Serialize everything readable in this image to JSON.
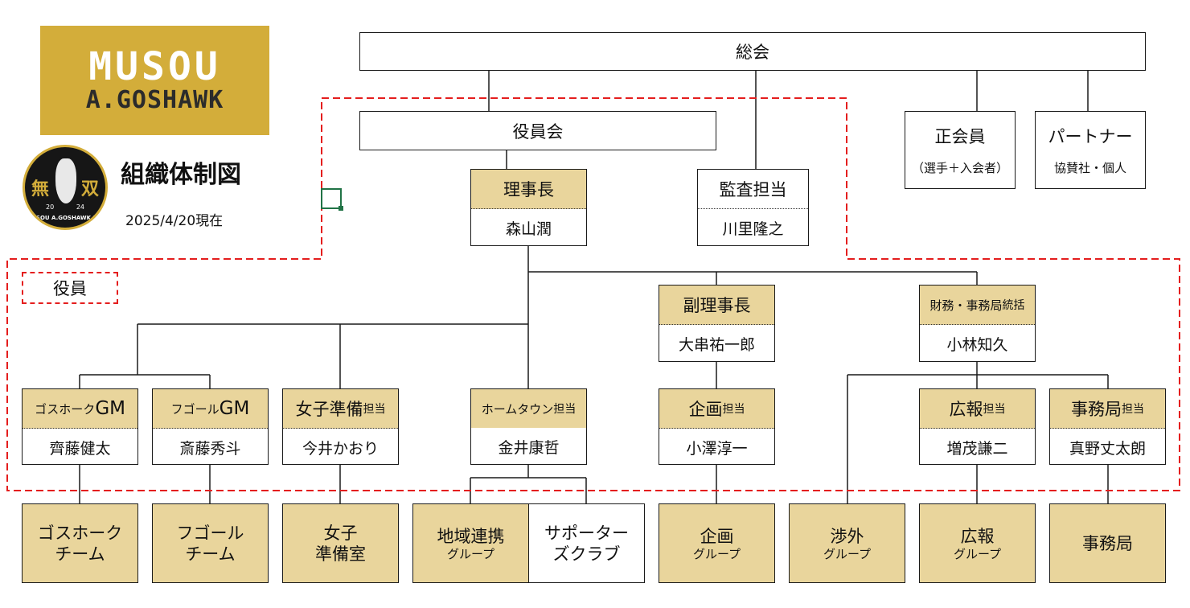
{
  "brand": {
    "logo_line1": "MUSOU",
    "logo_line2": "A.GOSHAWK",
    "emblem": {
      "kanji_left": "無",
      "kanji_right": "双",
      "year_left": "20",
      "year_right": "24",
      "ring_text": "MUSOU A.GOSHAWK F.C."
    },
    "colors": {
      "gold": "#d3ad3a",
      "card_fill": "#e9d59c",
      "dashed_red": "#e41e1e"
    }
  },
  "header": {
    "title": "組織体制図",
    "as_of": "2025/4/20現在"
  },
  "governance": {
    "general_assembly": "総会",
    "board": "役員会",
    "regular_members": {
      "title": "正会員",
      "note": "（選手＋入会者）"
    },
    "partners": {
      "title": "パートナー",
      "note": "協賛社・個人"
    }
  },
  "officers_label": "役員",
  "positions": {
    "chair": {
      "role": "理事長",
      "name": "森山潤"
    },
    "auditor": {
      "role": "監査担当",
      "name": "川里隆之"
    },
    "vice_chair": {
      "role": "副理事長",
      "name": "大串祐一郎"
    },
    "finance": {
      "role": "財務・事務局",
      "role_suffix": "統括",
      "name": "小林知久"
    },
    "goshawk_gm": {
      "role_prefix": "ゴスホーク",
      "role": "GM",
      "name": "齊藤健太"
    },
    "fugoal_gm": {
      "role_prefix": "フゴール",
      "role": "GM",
      "name": "斎藤秀斗"
    },
    "women_prep": {
      "role": "女子準備",
      "role_suffix": "担当",
      "name": "今井かおり"
    },
    "hometown": {
      "role": "ホームタウン",
      "role_suffix": "担当",
      "name": "金井康哲"
    },
    "planning": {
      "role": "企画",
      "role_suffix": "担当",
      "name": "小澤淳一"
    },
    "pr": {
      "role": "広報",
      "role_suffix": "担当",
      "name": "増茂謙二"
    },
    "secretariat": {
      "role": "事務局",
      "role_suffix": "担当",
      "name": "真野丈太朗"
    }
  },
  "groups": [
    {
      "line1": "ゴスホーク",
      "line2": "チーム"
    },
    {
      "line1": "フゴール",
      "line2": "チーム"
    },
    {
      "line1": "女子",
      "line2": "準備室"
    },
    {
      "line1": "地域連携",
      "sub": "グループ"
    },
    {
      "line1": "サポーター",
      "line2": "ズクラブ"
    },
    {
      "line1": "企画",
      "sub": "グループ"
    },
    {
      "line1": "渉外",
      "sub": "グループ"
    },
    {
      "line1": "広報",
      "sub": "グループ"
    },
    {
      "line1": "事務局"
    }
  ]
}
